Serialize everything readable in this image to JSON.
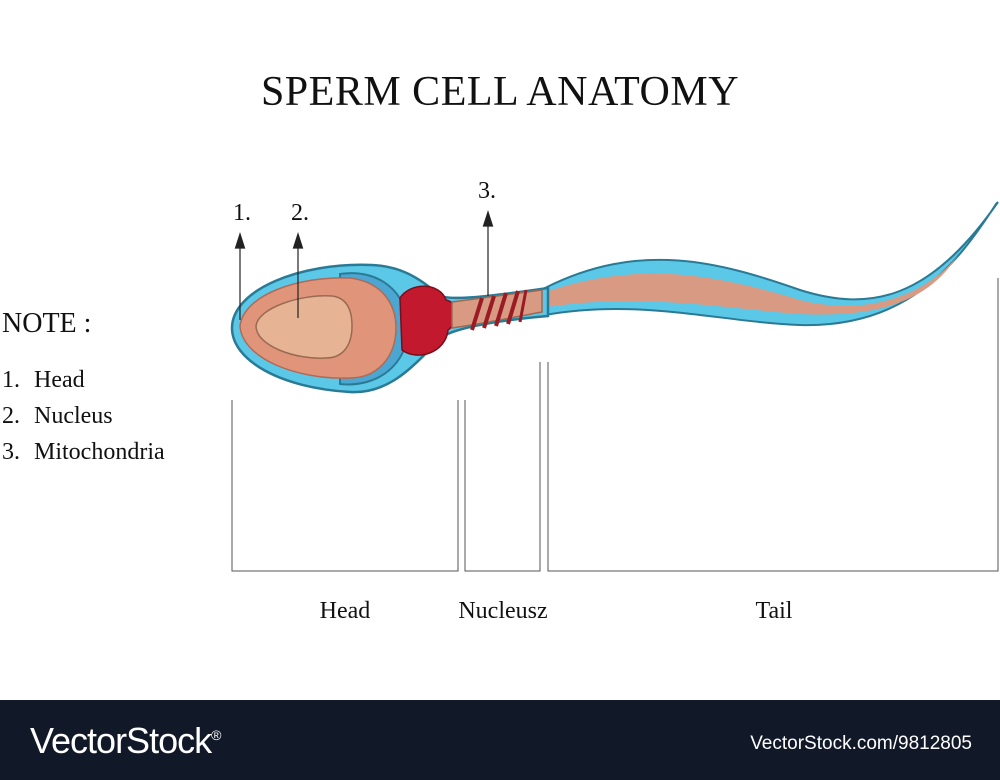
{
  "title": "SPERM CELL ANATOMY",
  "note": {
    "label": "NOTE :",
    "items": [
      {
        "num": "1.",
        "text": "Head"
      },
      {
        "num": "2.",
        "text": "Nucleus"
      },
      {
        "num": "3.",
        "text": "Mitochondria"
      }
    ]
  },
  "callouts": [
    "1.",
    "2.",
    "3."
  ],
  "regions": [
    "Head",
    "Nucleusz",
    "Tail"
  ],
  "colors": {
    "membrane": "#5bc8e8",
    "outline": "#2a7a95",
    "acrosome": "#e0957a",
    "nucleus": "#e6b494",
    "cap": "#4ba6d2",
    "midpiece_red": "#c2192e",
    "tail_core": "#d89a82",
    "bands": "#9b1b24"
  },
  "footer": {
    "brand": "VectorStock",
    "registered": "®",
    "id": "VectorStock.com/9812805"
  }
}
